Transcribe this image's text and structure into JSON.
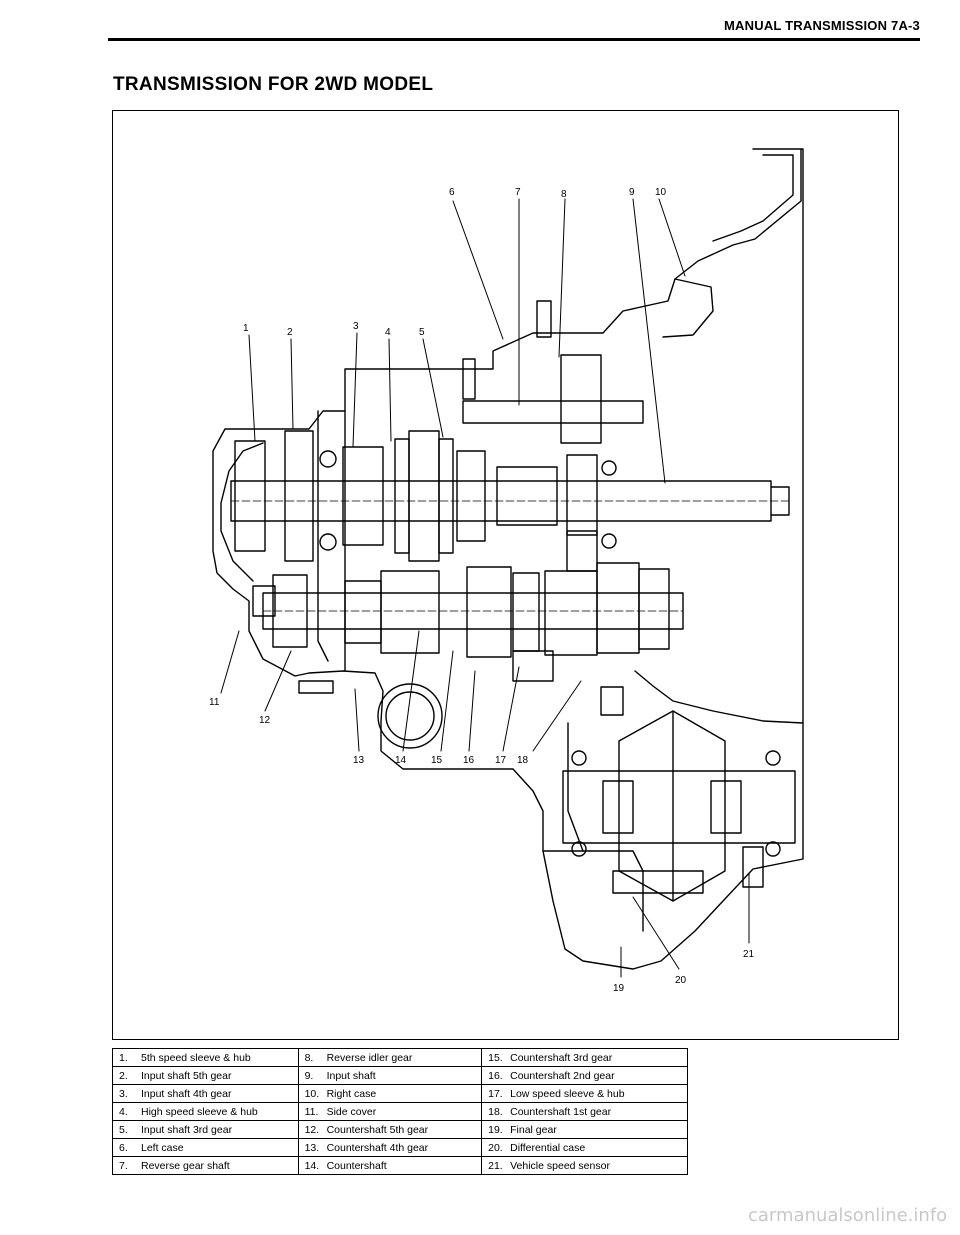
{
  "header": {
    "running_head": "MANUAL TRANSMISSION 7A-3",
    "title": "TRANSMISSION FOR 2WD MODEL"
  },
  "figure": {
    "callouts": [
      "1",
      "2",
      "3",
      "4",
      "5",
      "6",
      "7",
      "8",
      "9",
      "10",
      "11",
      "12",
      "13",
      "14",
      "15",
      "16",
      "17",
      "18",
      "19",
      "20",
      "21"
    ]
  },
  "legend": {
    "rows": [
      [
        "1.",
        "5th speed sleeve & hub",
        "8.",
        "Reverse idler gear",
        "15.",
        "Countershaft 3rd gear"
      ],
      [
        "2.",
        "Input shaft 5th gear",
        "9.",
        "Input shaft",
        "16.",
        "Countershaft 2nd gear"
      ],
      [
        "3.",
        "Input shaft 4th gear",
        "10.",
        "Right case",
        "17.",
        "Low speed sleeve & hub"
      ],
      [
        "4.",
        "High speed sleeve & hub",
        "11.",
        "Side cover",
        "18.",
        "Countershaft 1st gear"
      ],
      [
        "5.",
        "Input shaft 3rd gear",
        "12.",
        "Countershaft 5th gear",
        "19.",
        "Final gear"
      ],
      [
        "6.",
        "Left case",
        "13.",
        "Countershaft 4th gear",
        "20.",
        "Differential case"
      ],
      [
        "7.",
        "Reverse gear shaft",
        "14.",
        "Countershaft",
        "21.",
        "Vehicle speed sensor"
      ]
    ]
  },
  "watermark": "carmanualsonline.info"
}
